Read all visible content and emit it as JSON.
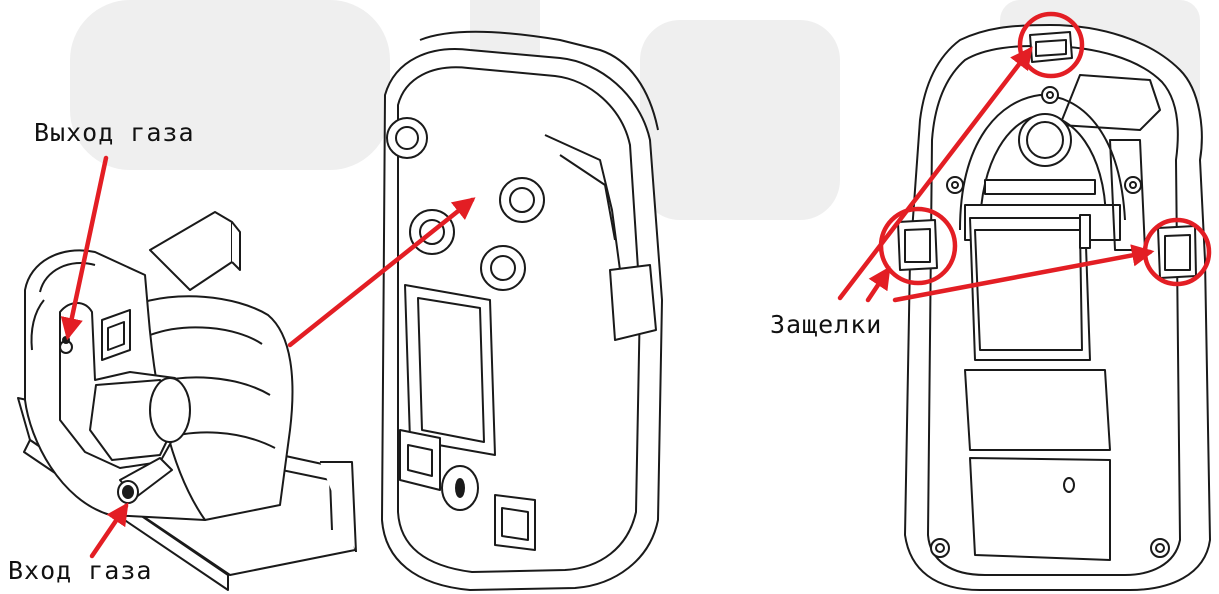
{
  "labels": {
    "gas_outlet": "Выход газа",
    "gas_inlet": "Вход газа",
    "latches": "Защелки"
  },
  "colors": {
    "line": "#1a1a1a",
    "accent": "#e31e24",
    "watermark": "#ededed"
  }
}
